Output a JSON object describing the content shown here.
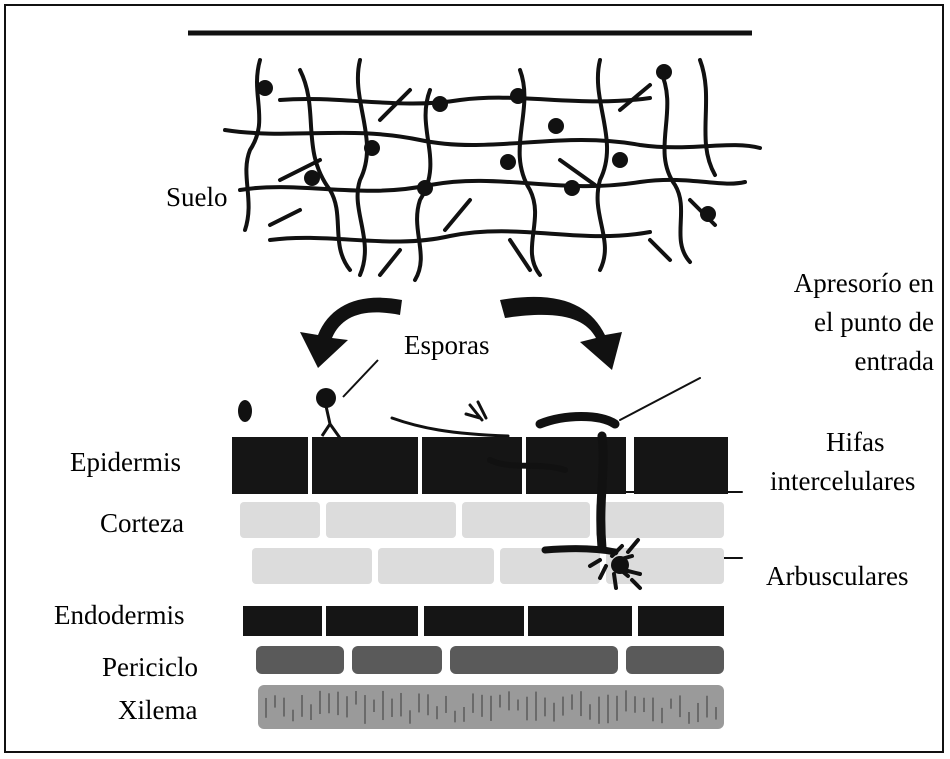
{
  "labels": {
    "suelo": "Suelo",
    "esporas": "Esporas",
    "apresorio_line1": "Apresorío en",
    "apresorio_line2": "el punto de",
    "apresorio_line3": "entrada",
    "hifas_line1": "Hifas",
    "hifas_line2": "intercelulares",
    "arbusculares": "Arbusculares",
    "epidermis": "Epidermis",
    "corteza": "Corteza",
    "endodermis": "Endodermis",
    "periciclo": "Periciclo",
    "xilema": "Xilema"
  },
  "colors": {
    "ink": "#111111",
    "dark_cell": "#151515",
    "corteza": "#d9d9d9",
    "periciclo": "#5a5a5a",
    "xilema": "#9a9a9a"
  },
  "icons": [
    "hyphal-network-icon",
    "spore-icon",
    "curved-arrow-icon",
    "appressorium-icon",
    "arbuscule-icon"
  ]
}
